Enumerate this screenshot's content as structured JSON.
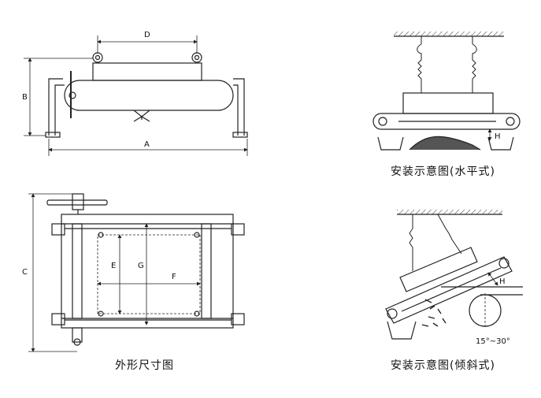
{
  "dimensions": {
    "top_view": {
      "width": "A",
      "height": "B",
      "spacing": "D"
    },
    "plan_view": {
      "outer": "C",
      "inner_height": "E",
      "inner_height_2": "G",
      "inner_width": "F"
    }
  },
  "captions": {
    "outline": "外形尺寸图",
    "horizontal": "安装示意图(水平式)",
    "inclined": "安装示意图(倾斜式)"
  },
  "labels": {
    "clearance_h": "H",
    "angle": "15°~30°"
  }
}
